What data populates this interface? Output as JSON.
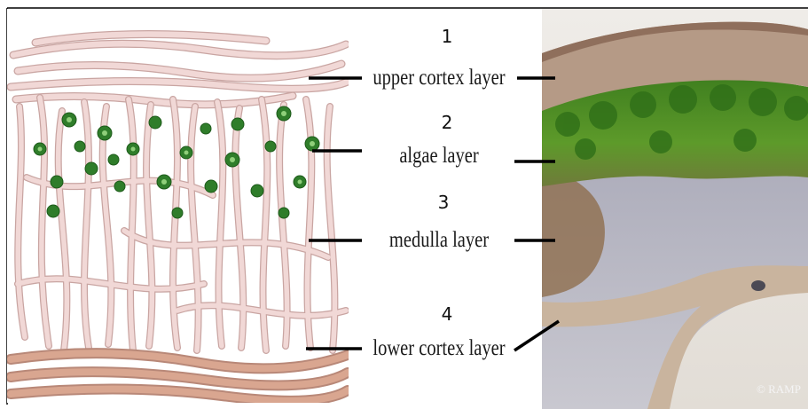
{
  "layers": [
    {
      "number": "1",
      "label": "upper cortex layer"
    },
    {
      "number": "2",
      "label": "algae layer"
    },
    {
      "number": "3",
      "label": "medulla layer"
    },
    {
      "number": "4",
      "label": "lower cortex layer"
    }
  ],
  "photo_credit": "© RAMP",
  "colors": {
    "hyphae_fill": "#f1d8d6",
    "hyphae_stroke": "#c9a5a2",
    "lower_cortex_fill": "#d9a690",
    "algae": "#2f7d2a",
    "photo_cortex": "#b59a86",
    "photo_algae": "#4f8a22",
    "photo_medulla": "#b7b8c4",
    "photo_background": "#e6e2dc"
  }
}
